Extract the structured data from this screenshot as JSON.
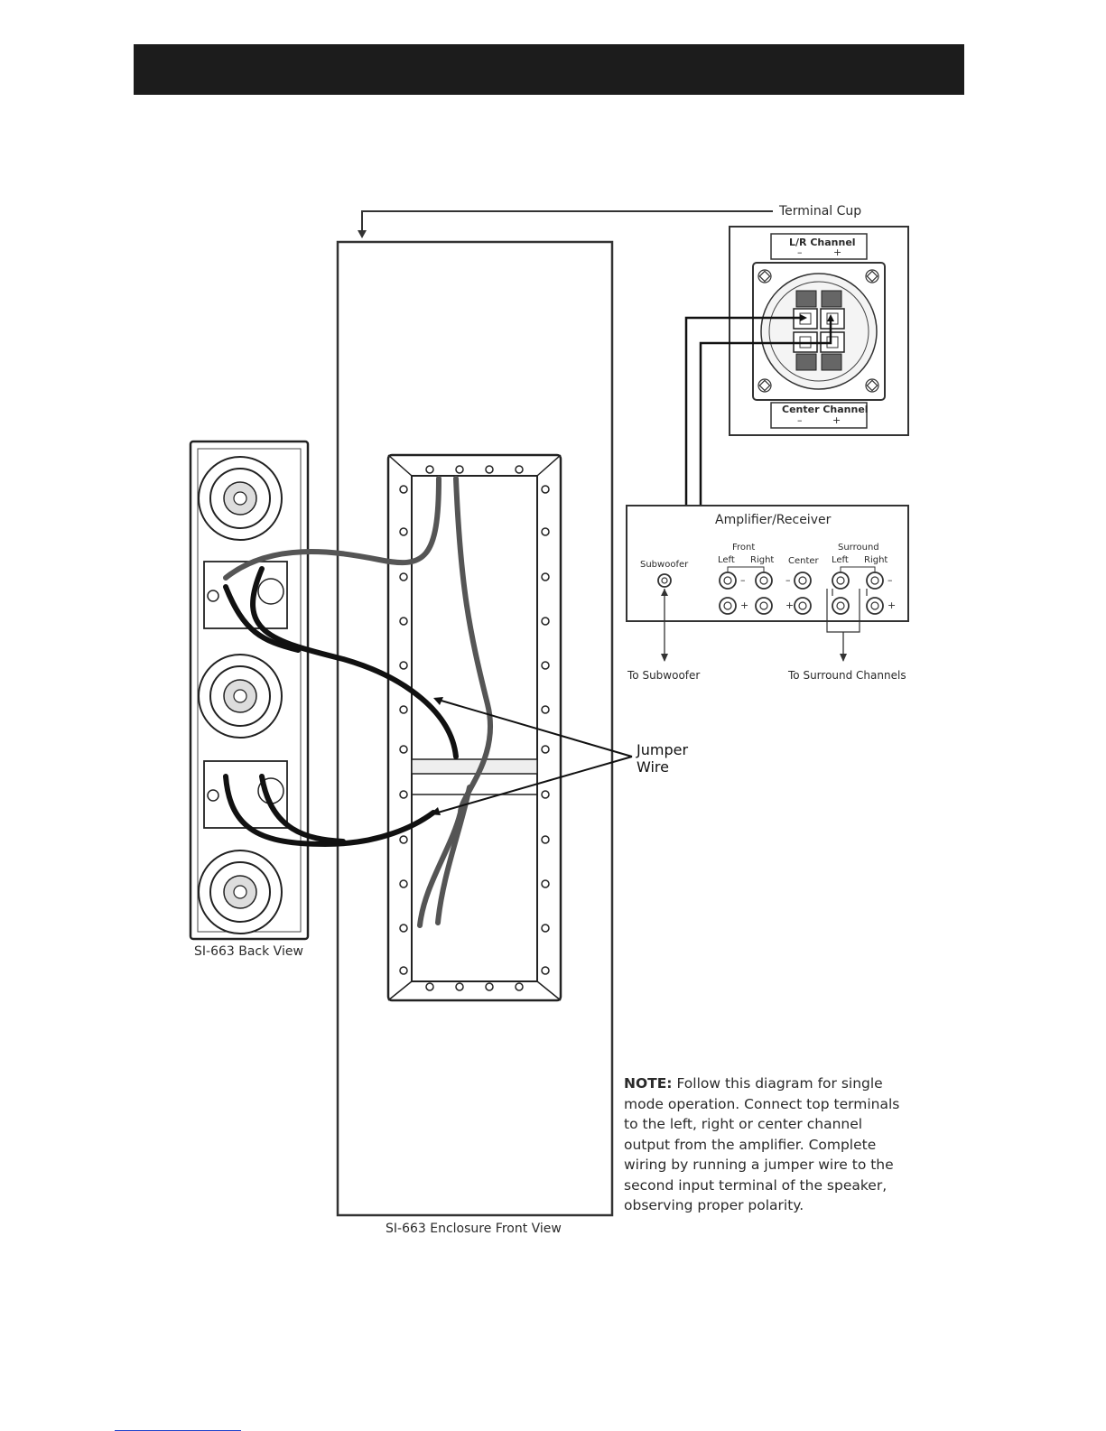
{
  "labels": {
    "terminal_cup": "Terminal Cup",
    "lr_channel": "L/R Channel",
    "lr_minus": "–",
    "lr_plus": "+",
    "center_channel": "Center Channel",
    "center_minus": "–",
    "center_plus": "+",
    "amp_title": "Amplifier/Receiver",
    "subwoofer": "Subwoofer",
    "front": "Front",
    "front_left": "Left",
    "front_right": "Right",
    "center": "Center",
    "surround": "Surround",
    "surround_left": "Left",
    "surround_right": "Right",
    "to_subwoofer": "To Subwoofer",
    "to_surround": "To Surround Channels",
    "jumper_line1": "Jumper",
    "jumper_line2": "Wire",
    "back_view": "SI-663 Back View",
    "front_view": "SI-663 Enclosure Front View",
    "minus": "–",
    "plus": "+"
  },
  "note": {
    "prefix": "NOTE:",
    "text": " Follow this diagram for single mode operation. Connect top terminals to the left, right or center channel output from the amplifier. Complete wiring by running a jumper wire to the second input terminal of the speaker, observing proper polarity."
  }
}
